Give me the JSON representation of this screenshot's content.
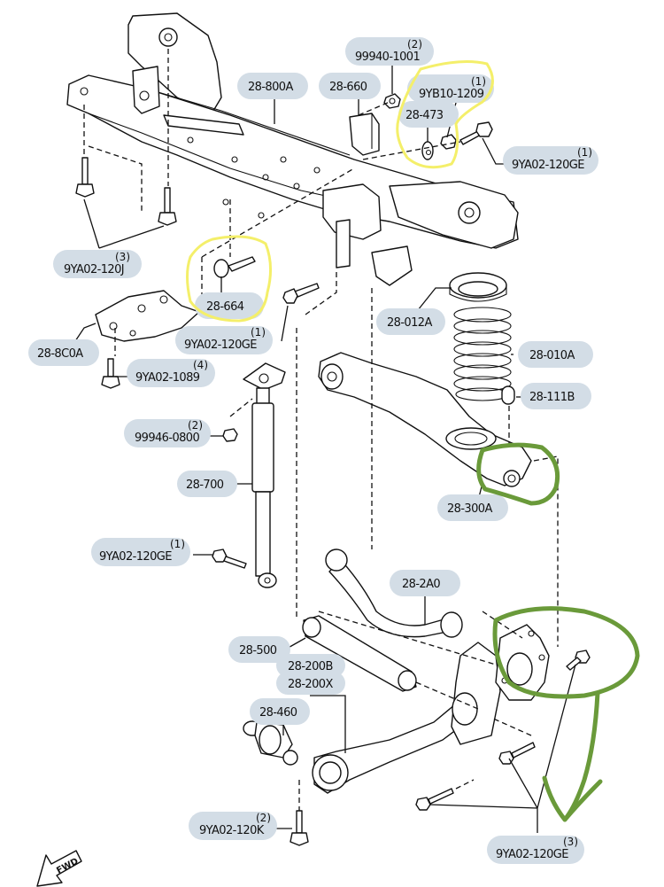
{
  "diagram": {
    "subject": "Rear suspension exploded parts diagram",
    "labels": [
      {
        "id": "99940-1001",
        "part": "99940-1001",
        "qty": "(2)"
      },
      {
        "id": "28-800A",
        "part": "28-800A",
        "qty": ""
      },
      {
        "id": "28-660",
        "part": "28-660",
        "qty": ""
      },
      {
        "id": "9YB10-1209",
        "part": "9YB10-1209",
        "qty": "(1)"
      },
      {
        "id": "28-473",
        "part": "28-473",
        "qty": ""
      },
      {
        "id": "9YA02-120GE-a",
        "part": "9YA02-120GE",
        "qty": "(1)"
      },
      {
        "id": "9YA02-120J",
        "part": "9YA02-120J",
        "qty": "(3)"
      },
      {
        "id": "28-664",
        "part": "28-664",
        "qty": ""
      },
      {
        "id": "28-012A",
        "part": "28-012A",
        "qty": ""
      },
      {
        "id": "9YA02-120GE-b",
        "part": "9YA02-120GE",
        "qty": "(1)"
      },
      {
        "id": "28-8C0A",
        "part": "28-8C0A",
        "qty": ""
      },
      {
        "id": "28-010A",
        "part": "28-010A",
        "qty": ""
      },
      {
        "id": "9YA02-1089",
        "part": "9YA02-1089",
        "qty": "(4)"
      },
      {
        "id": "28-111B",
        "part": "28-111B",
        "qty": ""
      },
      {
        "id": "99946-0800",
        "part": "99946-0800",
        "qty": "(2)"
      },
      {
        "id": "28-700",
        "part": "28-700",
        "qty": ""
      },
      {
        "id": "28-300A",
        "part": "28-300A",
        "qty": ""
      },
      {
        "id": "9YA02-120GE-c",
        "part": "9YA02-120GE",
        "qty": "(1)"
      },
      {
        "id": "28-2A0",
        "part": "28-2A0",
        "qty": ""
      },
      {
        "id": "28-500",
        "part": "28-500",
        "qty": ""
      },
      {
        "id": "28-200B",
        "part": "28-200B",
        "qty": ""
      },
      {
        "id": "28-200X",
        "part": "28-200X",
        "qty": ""
      },
      {
        "id": "28-460",
        "part": "28-460",
        "qty": ""
      },
      {
        "id": "9YA02-120K",
        "part": "9YA02-120K",
        "qty": "(2)"
      },
      {
        "id": "9YA02-120GE-d",
        "part": "9YA02-120GE",
        "qty": "(3)"
      }
    ],
    "fwd_indicator": "FWD",
    "annotations": {
      "yellow_highlight": [
        "28-473 / 9YB10-1209 group",
        "28-664"
      ],
      "green_highlight": [
        "28-300A bushing end",
        "rear knuckle hub flange with arrow to 9YA02-120GE (3)"
      ],
      "yellow_color": "#f4ef6a",
      "green_color": "#6a9a3a",
      "label_bg_color": "#d3dde6"
    }
  }
}
